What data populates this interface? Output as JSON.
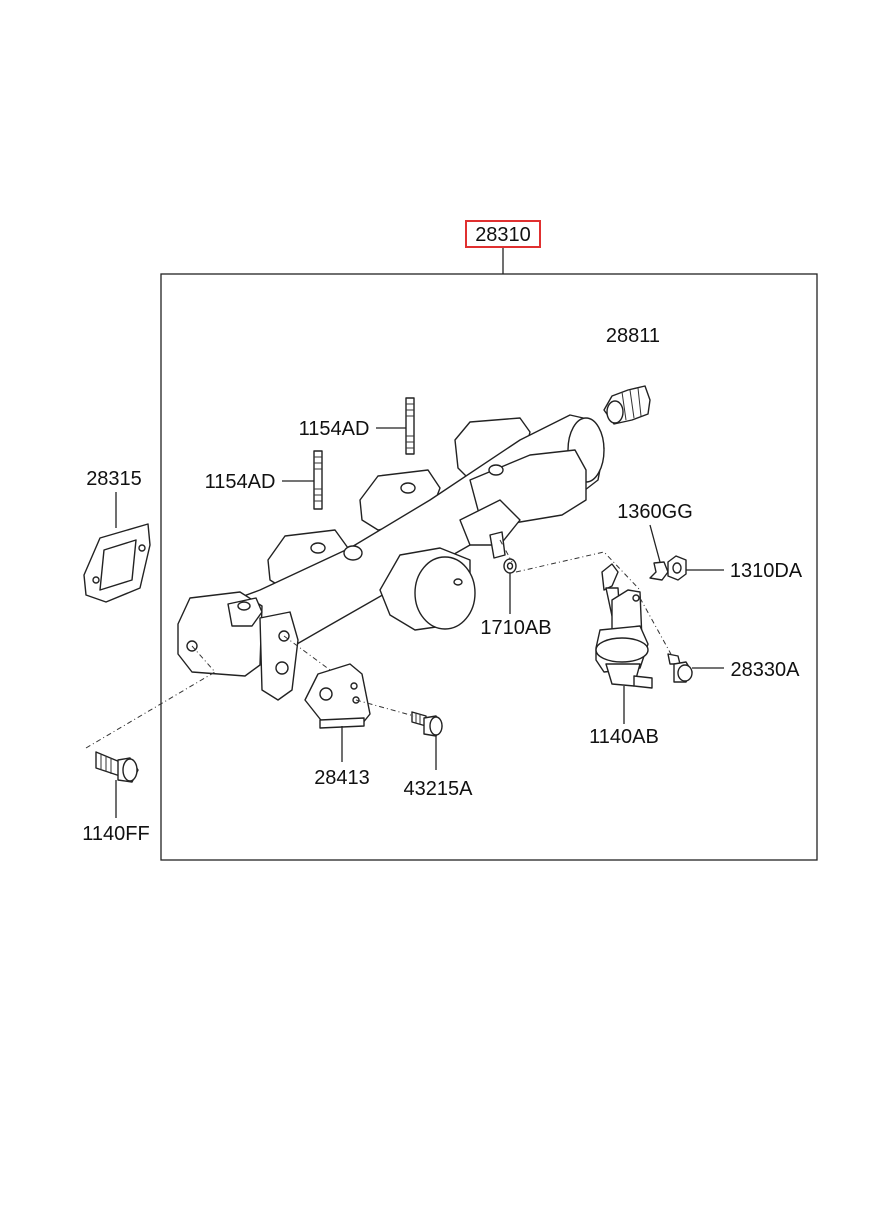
{
  "assembly": {
    "part_number": "28310",
    "highlight_color": "#e03030"
  },
  "callouts": [
    {
      "id": "28811",
      "text": "28811"
    },
    {
      "id": "1154AD_upper",
      "text": "1154AD"
    },
    {
      "id": "1154AD_lower",
      "text": "1154AD"
    },
    {
      "id": "28315",
      "text": "28315"
    },
    {
      "id": "1360GG",
      "text": "1360GG"
    },
    {
      "id": "1310DA",
      "text": "1310DA"
    },
    {
      "id": "1710AB",
      "text": "1710AB"
    },
    {
      "id": "1140AB",
      "text": "1140AB"
    },
    {
      "id": "28330A",
      "text": "28330A"
    },
    {
      "id": "28413",
      "text": "28413"
    },
    {
      "id": "43215A",
      "text": "43215A"
    },
    {
      "id": "1140FF",
      "text": "1140FF"
    }
  ]
}
